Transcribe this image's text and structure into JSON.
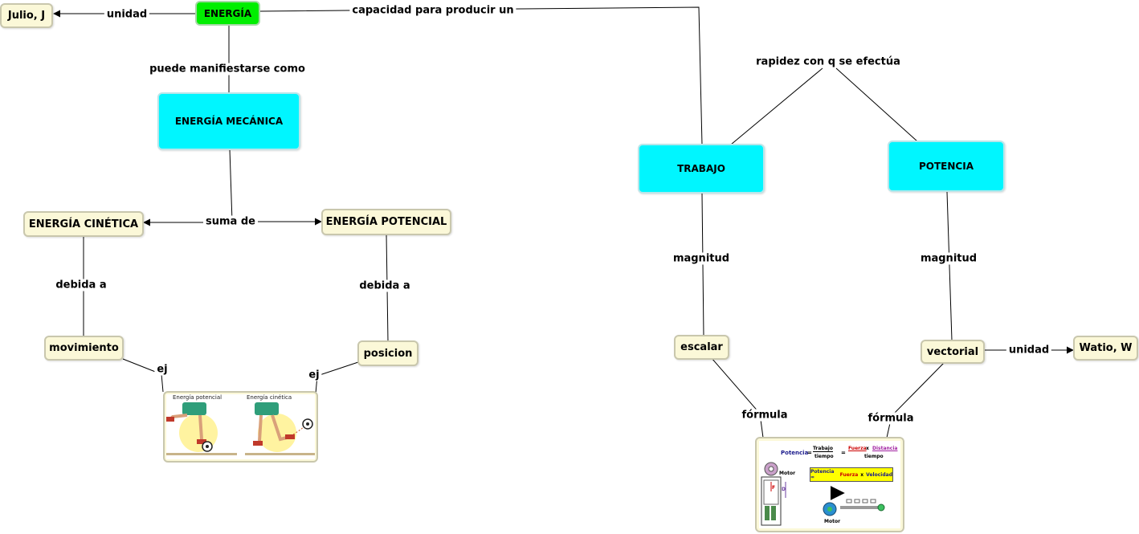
{
  "nodes": {
    "energia": "ENERGÍA",
    "julio": "Julio, J",
    "energia_mecanica": "ENERGÍA MECÁNICA",
    "energia_cinetica": "ENERGÍA CINÉTICA",
    "energia_potencial": "ENERGÍA POTENCIAL",
    "movimiento": "movimiento",
    "posicion": "posicion",
    "trabajo": "TRABAJO",
    "potencia": "POTENCIA",
    "escalar": "escalar",
    "vectorial": "vectorial",
    "watio": "Watio, W"
  },
  "links": {
    "unidad_left": "unidad",
    "capacidad": "capacidad para producir un",
    "manifiestarse": "puede manifiestarse como",
    "suma_de": "suma de",
    "debida_a_left": "debida a",
    "debida_a_right": "debida a",
    "ej_left": "ej",
    "ej_right": "ej",
    "rapidez": "rapidez con q se efectúa",
    "magnitud_left": "magnitud",
    "magnitud_right": "magnitud",
    "formula_left": "fórmula",
    "formula_right": "fórmula",
    "unidad_right": "unidad"
  },
  "energy_image": {
    "caption_potential": "Energía potencial",
    "caption_kinetic": "Energía cinética"
  },
  "power_image": {
    "potencia_word": "Potencia",
    "equals": "=",
    "trabajo": "Trabajo",
    "tiempo": "tiempo",
    "fuerza": "Fuerza",
    "x": "x",
    "distancia": "Distancia",
    "box_potencia": "Potencia =",
    "box_fuerza": "Fuerza",
    "box_x": "x",
    "box_velocidad": "Velocidad",
    "motor": "Motor",
    "label_f": "F",
    "label_d": "D"
  },
  "colors": {
    "energia_node": "#00ee00",
    "concept_node": "#00f6ff",
    "detail_node": "#fbf8d8"
  }
}
